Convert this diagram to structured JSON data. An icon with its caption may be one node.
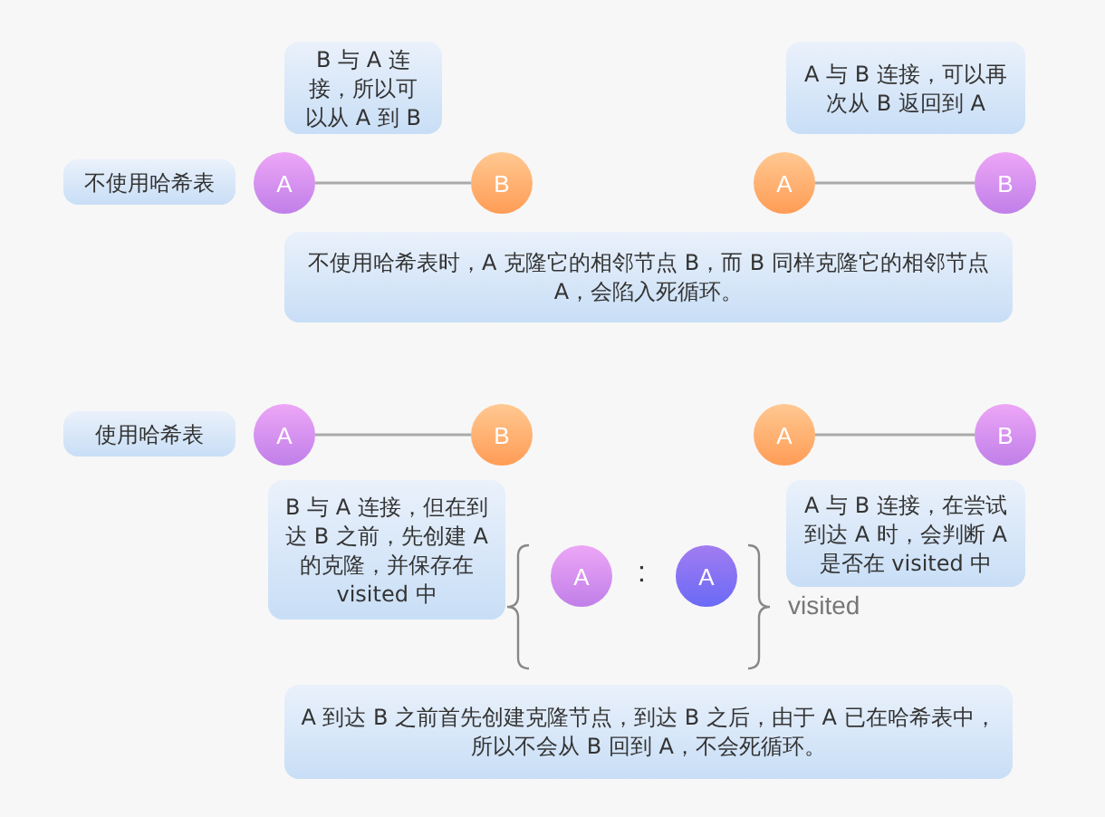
{
  "diagram": {
    "nodes": [
      {
        "text": [
          "B 与 A 连接，所以可以从 A 到 B"
        ]
      },
      {
        "text": [
          "A 与 B 连接，可以再次从 B 返回到 A"
        ]
      },
      {
        "text": [
          "不使用哈希表"
        ]
      },
      {
        "text": [
          "A"
        ]
      },
      {
        "text": [
          "B"
        ]
      },
      {
        "text": [
          "A"
        ]
      },
      {
        "text": [
          "B"
        ]
      },
      {
        "text": [
          "不使用哈希表时，A 克隆它的相邻节点 B，而 B 同样克隆它的相邻节点 A，会陷入死循环。"
        ]
      },
      {
        "text": [
          "使用哈希表"
        ]
      },
      {
        "text": [
          "A"
        ]
      },
      {
        "text": [
          "B"
        ]
      },
      {
        "text": [
          "A"
        ]
      },
      {
        "text": [
          "B"
        ]
      },
      {
        "text": [
          "B 与 A 连接，但在到达 B 之前，先创建 A 的克隆，并保存在 visited 中"
        ]
      },
      {
        "text": [
          "A 与 B 连接，在尝试到达 A 时，会判断 A 是否在 visited 中"
        ]
      },
      {
        "text": [
          "A"
        ]
      },
      {
        "text": [
          "A"
        ]
      },
      {
        "text": [
          "A 到达 B 之前首先创建克隆节点，到达 B 之后，由于 A 已在哈希表中，所以不会从 B 回到 A，不会死循环。"
        ]
      }
    ],
    "edges": [
      {
        "from": 3,
        "to": 4,
        "arrow": "none"
      },
      {
        "from": 5,
        "to": 6,
        "arrow": "none"
      },
      {
        "from": 9,
        "to": 10,
        "arrow": "none"
      },
      {
        "from": 11,
        "to": 12,
        "arrow": "none"
      }
    ],
    "labels": [
      ":",
      "visited"
    ]
  }
}
